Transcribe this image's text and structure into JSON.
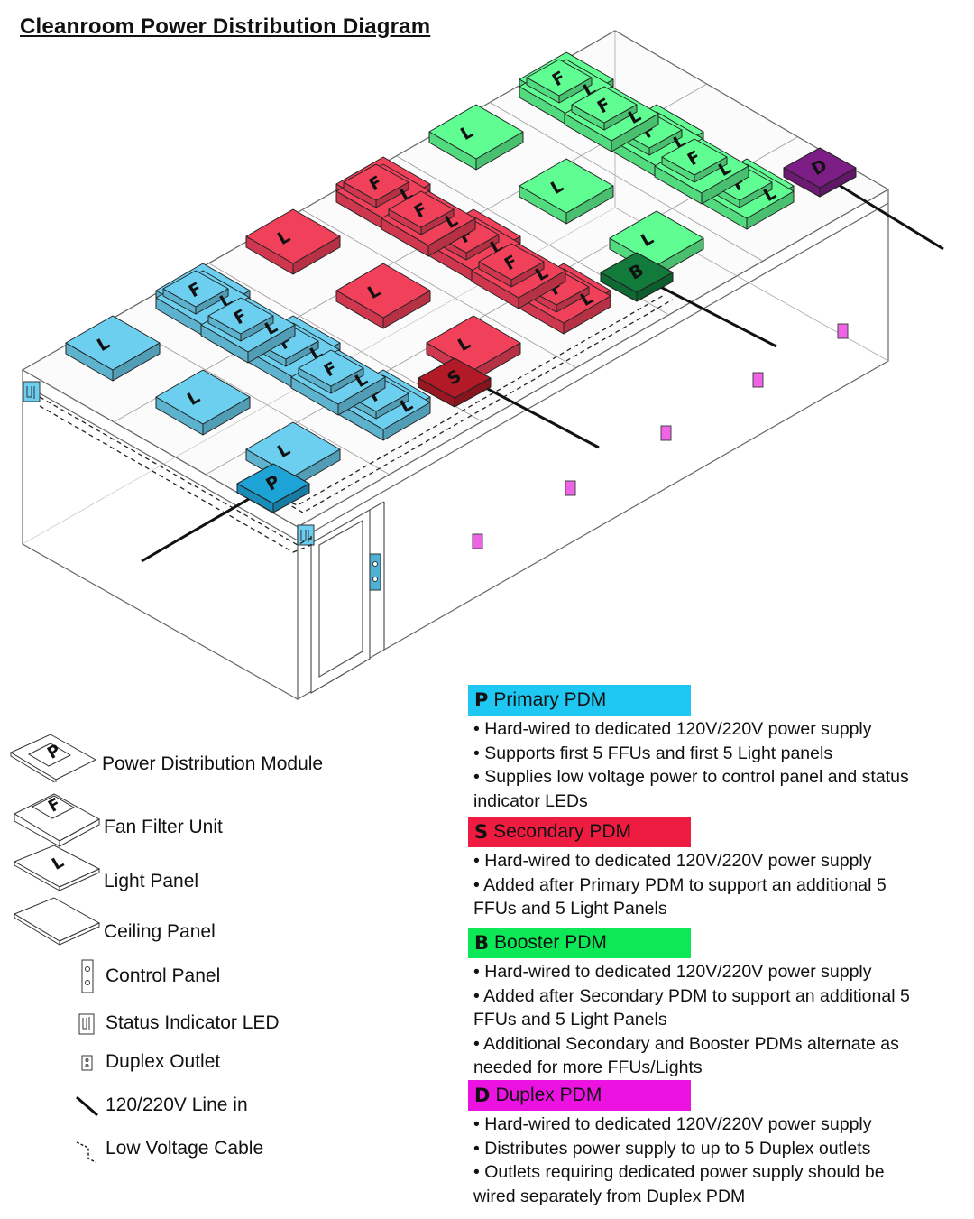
{
  "title": "Cleanroom Power Distribution Diagram",
  "diagram": {
    "marks": {
      "fan_filter": "F",
      "light": "L",
      "primary": "P",
      "secondary": "S",
      "booster": "B",
      "duplex": "D"
    },
    "colors": {
      "primary_zone": "#6ccff0",
      "secondary_zone": "#f0405a",
      "booster_zone": "#5ffd92",
      "primary_pdm": "#1ea3d6",
      "secondary_pdm": "#b31a27",
      "booster_pdm": "#127a3a",
      "duplex_pdm": "#7d1e86",
      "outlet": "#f062e6"
    }
  },
  "legend": {
    "items": [
      {
        "label": "Power Distribution Module",
        "mark": "P",
        "icon": "pdm-module-icon"
      },
      {
        "label": "Fan Filter Unit",
        "mark": "F",
        "icon": "fan-filter-unit-icon"
      },
      {
        "label": "Light Panel",
        "mark": "L",
        "icon": "light-panel-icon"
      },
      {
        "label": "Ceiling Panel",
        "mark": "",
        "icon": "ceiling-panel-icon"
      },
      {
        "label": "Control Panel",
        "mark": "",
        "icon": "control-panel-icon"
      },
      {
        "label": "Status Indicator LED",
        "mark": "",
        "icon": "status-led-icon"
      },
      {
        "label": "Duplex Outlet",
        "mark": "",
        "icon": "duplex-outlet-icon"
      },
      {
        "label": "120/220V Line in",
        "mark": "",
        "icon": "line-in-icon"
      },
      {
        "label": "Low Voltage Cable",
        "mark": "",
        "icon": "low-voltage-cable-icon"
      }
    ]
  },
  "pdms": [
    {
      "letter": "P",
      "name": "Primary PDM",
      "color": "#1ec8f2",
      "bullets": [
        "• Hard-wired to dedicated 120V/220V power supply",
        "• Supports first 5 FFUs and first 5 Light panels",
        "• Supplies low voltage power to control panel and status indicator LEDs"
      ]
    },
    {
      "letter": "S",
      "name": "Secondary PDM",
      "color": "#ee1c41",
      "bullets": [
        "• Hard-wired to dedicated 120V/220V power supply",
        "• Added after Primary PDM to support an additional 5 FFUs and 5 Light Panels"
      ]
    },
    {
      "letter": "B",
      "name": "Booster PDM",
      "color": "#0de857",
      "bullets": [
        "• Hard-wired to dedicated 120V/220V power supply",
        "• Added after Secondary PDM to support an additional 5 FFUs and 5 Light Panels",
        "• Additional Secondary and Booster PDMs alternate as needed for more FFUs/Lights"
      ]
    },
    {
      "letter": "D",
      "name": "Duplex PDM",
      "color": "#ec12e2",
      "bullets": [
        "• Hard-wired to dedicated 120V/220V power supply",
        "• Distributes power supply to up to 5 Duplex outlets",
        "• Outlets requiring dedicated power supply should be wired separately from Duplex PDM"
      ]
    }
  ]
}
